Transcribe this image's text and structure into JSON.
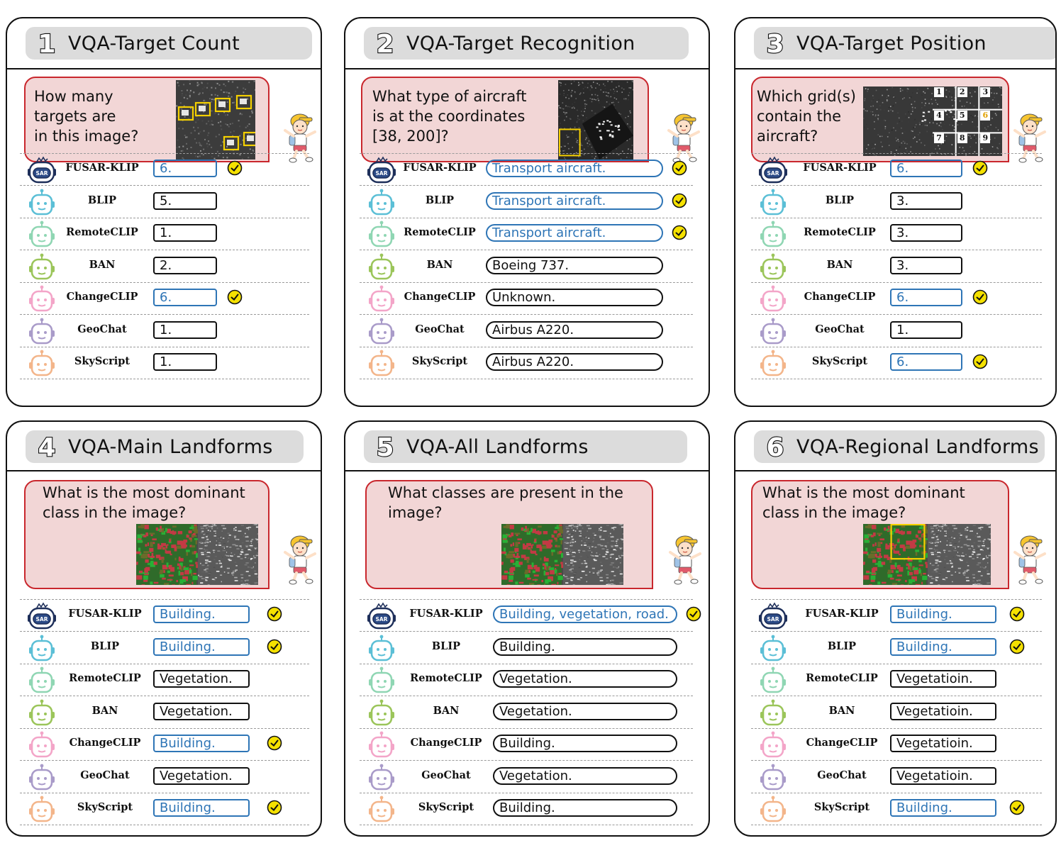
{
  "colors": {
    "correct": "#2e75b6",
    "wrong": "#111111",
    "bubble_fill": "#f2d6d6",
    "bubble_border": "#c9272d",
    "check_fill": "#f5e100",
    "target_box": "#f5d000",
    "title_fill": "#dcdcdc"
  },
  "panels": [
    {
      "number": "1",
      "title": "VQA-Target Count",
      "question": "How many\ntargets are\nin this image?",
      "image_kind": "sar-targets",
      "rows": [
        {
          "model": "FUSAR-KLIP",
          "answer": "6.",
          "correct": true,
          "bot_icon": "sar-robot-icon",
          "bot_color": "#1e2f5a"
        },
        {
          "model": "BLIP",
          "answer": "5.",
          "correct": false,
          "bot_icon": "robot-icon",
          "bot_color": "#5bbfd6"
        },
        {
          "model": "RemoteCLIP",
          "answer": "1.",
          "correct": false,
          "bot_icon": "robot-icon",
          "bot_color": "#8fd6b3"
        },
        {
          "model": "BAN",
          "answer": "2.",
          "correct": false,
          "bot_icon": "robot-icon",
          "bot_color": "#9bc55a"
        },
        {
          "model": "ChangeCLIP",
          "answer": "6.",
          "correct": true,
          "bot_icon": "robot-icon",
          "bot_color": "#f3a5c8"
        },
        {
          "model": "GeoChat",
          "answer": "1.",
          "correct": false,
          "bot_icon": "robot-icon",
          "bot_color": "#a99bc9"
        },
        {
          "model": "SkyScript",
          "answer": "1.",
          "correct": false,
          "bot_icon": "robot-icon",
          "bot_color": "#f3b58a"
        }
      ]
    },
    {
      "number": "2",
      "title": "VQA-Target Recognition",
      "question": "What type of aircraft\nis at the coordinates\n[38, 200]?",
      "image_kind": "sar-aircraft",
      "rows": [
        {
          "model": "FUSAR-KLIP",
          "answer": "Transport aircraft.",
          "correct": true,
          "bot_icon": "sar-robot-icon",
          "bot_color": "#1e2f5a"
        },
        {
          "model": "BLIP",
          "answer": "Transport aircraft.",
          "correct": true,
          "bot_icon": "robot-icon",
          "bot_color": "#5bbfd6"
        },
        {
          "model": "RemoteCLIP",
          "answer": "Transport aircraft.",
          "correct": true,
          "bot_icon": "robot-icon",
          "bot_color": "#8fd6b3"
        },
        {
          "model": "BAN",
          "answer": "Boeing 737.",
          "correct": false,
          "bot_icon": "robot-icon",
          "bot_color": "#9bc55a"
        },
        {
          "model": "ChangeCLIP",
          "answer": "Unknown.",
          "correct": false,
          "bot_icon": "robot-icon",
          "bot_color": "#f3a5c8"
        },
        {
          "model": "GeoChat",
          "answer": "Airbus A220.",
          "correct": false,
          "bot_icon": "robot-icon",
          "bot_color": "#a99bc9"
        },
        {
          "model": "SkyScript",
          "answer": "Airbus A220.",
          "correct": false,
          "bot_icon": "robot-icon",
          "bot_color": "#f3b58a"
        }
      ]
    },
    {
      "number": "3",
      "title": "VQA-Target Position",
      "question": "Which grid(s)\ncontain the\naircraft?",
      "image_kind": "sar-grid",
      "grid_labels": [
        "1",
        "2",
        "3",
        "4",
        "5",
        "6",
        "7",
        "8",
        "9"
      ],
      "rows": [
        {
          "model": "FUSAR-KLIP",
          "answer": "6.",
          "correct": true,
          "bot_icon": "sar-robot-icon",
          "bot_color": "#1e2f5a"
        },
        {
          "model": "BLIP",
          "answer": "3.",
          "correct": false,
          "bot_icon": "robot-icon",
          "bot_color": "#5bbfd6"
        },
        {
          "model": "RemoteCLIP",
          "answer": "3.",
          "correct": false,
          "bot_icon": "robot-icon",
          "bot_color": "#8fd6b3"
        },
        {
          "model": "BAN",
          "answer": "3.",
          "correct": false,
          "bot_icon": "robot-icon",
          "bot_color": "#9bc55a"
        },
        {
          "model": "ChangeCLIP",
          "answer": "6.",
          "correct": true,
          "bot_icon": "robot-icon",
          "bot_color": "#f3a5c8"
        },
        {
          "model": "GeoChat",
          "answer": "1.",
          "correct": false,
          "bot_icon": "robot-icon",
          "bot_color": "#a99bc9"
        },
        {
          "model": "SkyScript",
          "answer": "6.",
          "correct": true,
          "bot_icon": "robot-icon",
          "bot_color": "#f3b58a"
        }
      ]
    },
    {
      "number": "4",
      "title": "VQA-Main Landforms",
      "question": "What is the most dominant\nclass in the image?",
      "image_kind": "landcover-pair",
      "rows": [
        {
          "model": "FUSAR-KLIP",
          "answer": "Building.",
          "correct": true,
          "bot_icon": "sar-robot-icon",
          "bot_color": "#1e2f5a"
        },
        {
          "model": "BLIP",
          "answer": "Building.",
          "correct": true,
          "bot_icon": "robot-icon",
          "bot_color": "#5bbfd6"
        },
        {
          "model": "RemoteCLIP",
          "answer": "Vegetation.",
          "correct": false,
          "bot_icon": "robot-icon",
          "bot_color": "#8fd6b3"
        },
        {
          "model": "BAN",
          "answer": "Vegetation.",
          "correct": false,
          "bot_icon": "robot-icon",
          "bot_color": "#9bc55a"
        },
        {
          "model": "ChangeCLIP",
          "answer": "Building.",
          "correct": true,
          "bot_icon": "robot-icon",
          "bot_color": "#f3a5c8"
        },
        {
          "model": "GeoChat",
          "answer": "Vegetation.",
          "correct": false,
          "bot_icon": "robot-icon",
          "bot_color": "#a99bc9"
        },
        {
          "model": "SkyScript",
          "answer": "Building.",
          "correct": true,
          "bot_icon": "robot-icon",
          "bot_color": "#f3b58a"
        }
      ]
    },
    {
      "number": "5",
      "title": "VQA-All Landforms",
      "question": "What classes are present in the\nimage?",
      "image_kind": "landcover-pair",
      "rows": [
        {
          "model": "FUSAR-KLIP",
          "answer": "Building, vegetation, road.",
          "correct": true,
          "bot_icon": "sar-robot-icon",
          "bot_color": "#1e2f5a"
        },
        {
          "model": "BLIP",
          "answer": "Building.",
          "correct": false,
          "bot_icon": "robot-icon",
          "bot_color": "#5bbfd6"
        },
        {
          "model": "RemoteCLIP",
          "answer": "Vegetation.",
          "correct": false,
          "bot_icon": "robot-icon",
          "bot_color": "#8fd6b3"
        },
        {
          "model": "BAN",
          "answer": "Vegetation.",
          "correct": false,
          "bot_icon": "robot-icon",
          "bot_color": "#9bc55a"
        },
        {
          "model": "ChangeCLIP",
          "answer": "Building.",
          "correct": false,
          "bot_icon": "robot-icon",
          "bot_color": "#f3a5c8"
        },
        {
          "model": "GeoChat",
          "answer": "Vegetation.",
          "correct": false,
          "bot_icon": "robot-icon",
          "bot_color": "#a99bc9"
        },
        {
          "model": "SkyScript",
          "answer": "Building.",
          "correct": false,
          "bot_icon": "robot-icon",
          "bot_color": "#f3b58a"
        }
      ]
    },
    {
      "number": "6",
      "title": "VQA-Regional Landforms",
      "question": "What is the most dominant\nclass in the image?",
      "image_kind": "landcover-pair-region",
      "rows": [
        {
          "model": "FUSAR-KLIP",
          "answer": "Building.",
          "correct": true,
          "bot_icon": "sar-robot-icon",
          "bot_color": "#1e2f5a"
        },
        {
          "model": "BLIP",
          "answer": "Building.",
          "correct": true,
          "bot_icon": "robot-icon",
          "bot_color": "#5bbfd6"
        },
        {
          "model": "RemoteCLIP",
          "answer": "Vegetatioin.",
          "correct": false,
          "bot_icon": "robot-icon",
          "bot_color": "#8fd6b3"
        },
        {
          "model": "BAN",
          "answer": "Vegetatioin.",
          "correct": false,
          "bot_icon": "robot-icon",
          "bot_color": "#9bc55a"
        },
        {
          "model": "ChangeCLIP",
          "answer": "Vegetatioin.",
          "correct": false,
          "bot_icon": "robot-icon",
          "bot_color": "#f3a5c8"
        },
        {
          "model": "GeoChat",
          "answer": "Vegetatioin.",
          "correct": false,
          "bot_icon": "robot-icon",
          "bot_color": "#a99bc9"
        },
        {
          "model": "SkyScript",
          "answer": "Building.",
          "correct": true,
          "bot_icon": "robot-icon",
          "bot_color": "#f3b58a"
        }
      ]
    }
  ]
}
